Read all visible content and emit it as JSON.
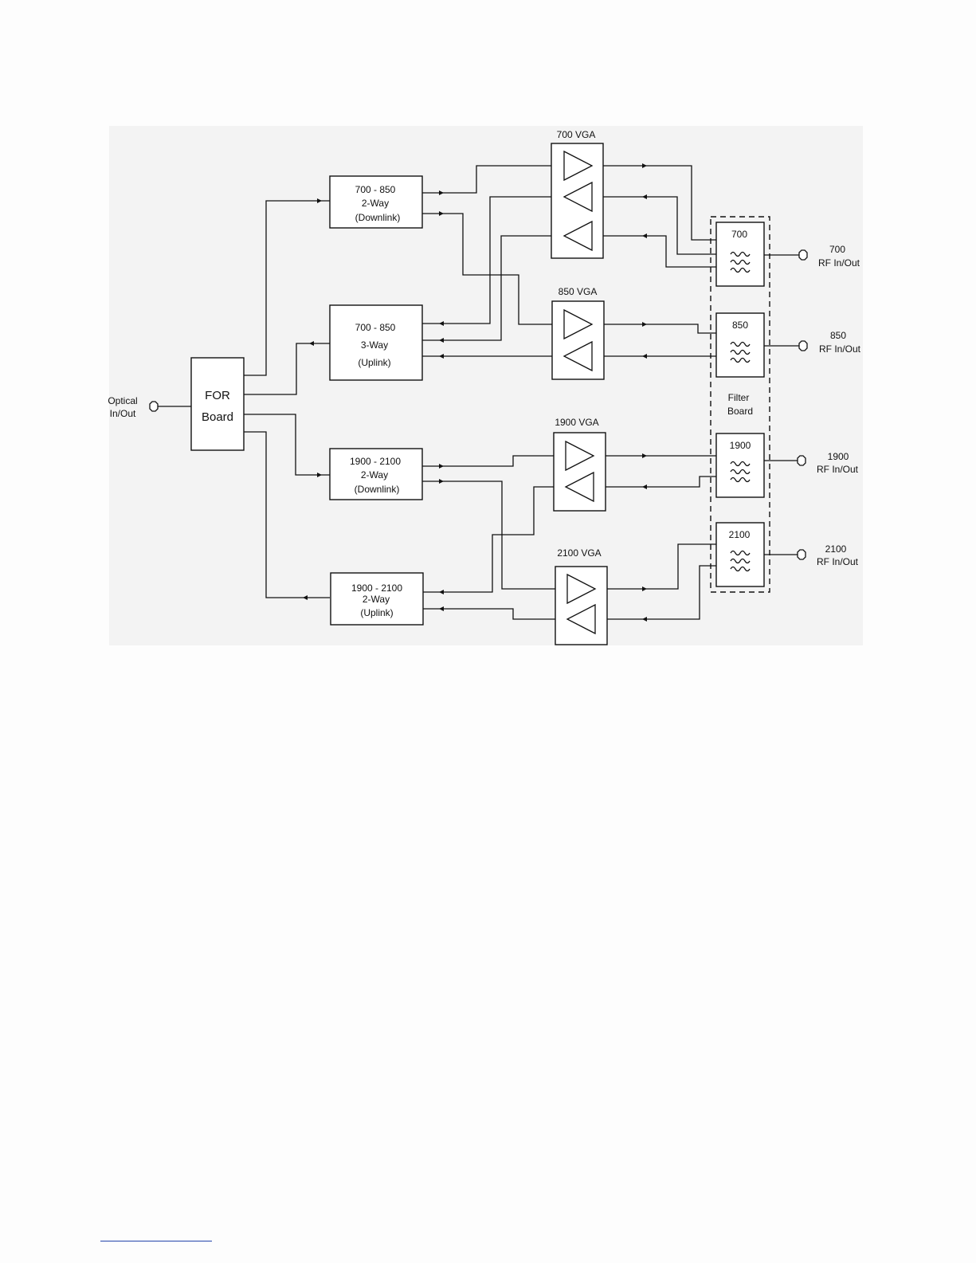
{
  "diagram": {
    "optical_port": {
      "line1": "Optical",
      "line2": "In/Out"
    },
    "for_board": {
      "line1": "FOR",
      "line2": "Board"
    },
    "splitters": {
      "dl_700_850": {
        "line1": "700 - 850",
        "line2": "2-Way",
        "line3": "(Downlink)"
      },
      "ul_700_850": {
        "line1": "700 - 850",
        "line2": "3-Way",
        "line3": "(Uplink)"
      },
      "dl_1900_2100": {
        "line1": "1900 - 2100",
        "line2": "2-Way",
        "line3": "(Downlink)"
      },
      "ul_1900_2100": {
        "line1": "1900 - 2100",
        "line2": "2-Way",
        "line3": "(Uplink)"
      }
    },
    "vgas": {
      "vga_700": "700 VGA",
      "vga_850": "850 VGA",
      "vga_1900": "1900 VGA",
      "vga_2100": "2100 VGA"
    },
    "filter_board": {
      "line1": "Filter",
      "line2": "Board",
      "filters": {
        "f700": "700",
        "f850": "850",
        "f1900": "1900",
        "f2100": "2100"
      }
    },
    "rf_ports": {
      "rf700": {
        "line1": "700",
        "line2": "RF In/Out"
      },
      "rf850": {
        "line1": "850",
        "line2": "RF In/Out"
      },
      "rf1900": {
        "line1": "1900",
        "line2": "RF In/Out"
      },
      "rf2100": {
        "line1": "2100",
        "line2": "RF In/Out"
      }
    }
  }
}
